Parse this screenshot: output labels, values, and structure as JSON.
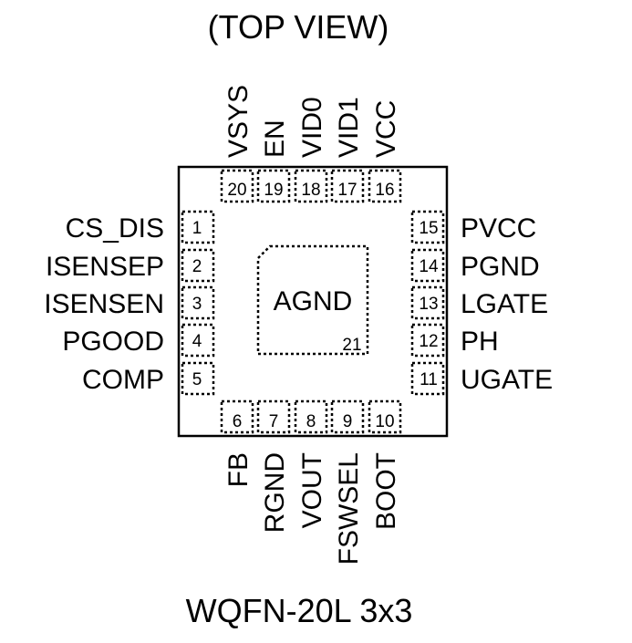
{
  "title": "(TOP VIEW)",
  "package_name": "WQFN-20L 3x3",
  "exposed_pad": {
    "label": "AGND",
    "number": "21"
  },
  "pins": {
    "left": [
      {
        "num": "1",
        "name": "CS_DIS"
      },
      {
        "num": "2",
        "name": "ISENSEP"
      },
      {
        "num": "3",
        "name": "ISENSEN"
      },
      {
        "num": "4",
        "name": "PGOOD"
      },
      {
        "num": "5",
        "name": "COMP"
      }
    ],
    "bottom": [
      {
        "num": "6",
        "name": "FB"
      },
      {
        "num": "7",
        "name": "RGND"
      },
      {
        "num": "8",
        "name": "VOUT"
      },
      {
        "num": "9",
        "name": "FSWSEL"
      },
      {
        "num": "10",
        "name": "BOOT"
      }
    ],
    "right": [
      {
        "num": "11",
        "name": "UGATE"
      },
      {
        "num": "12",
        "name": "PH"
      },
      {
        "num": "13",
        "name": "LGATE"
      },
      {
        "num": "14",
        "name": "PGND"
      },
      {
        "num": "15",
        "name": "PVCC"
      }
    ],
    "top": [
      {
        "num": "16",
        "name": "VCC"
      },
      {
        "num": "17",
        "name": "VID1"
      },
      {
        "num": "18",
        "name": "VID0"
      },
      {
        "num": "19",
        "name": "EN"
      },
      {
        "num": "20",
        "name": "VSYS"
      }
    ]
  }
}
